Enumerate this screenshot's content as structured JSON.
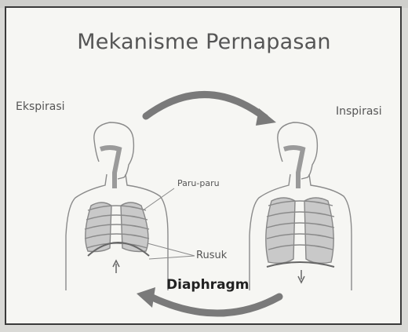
{
  "title": "Mekanisme Pernapasan",
  "labels": {
    "expiration": "Ekspirasi",
    "inspiration": "Inspirasi",
    "lungs": "Paru-paru",
    "ribs": "Rusuk",
    "diaphragm": "Diaphragm"
  },
  "colors": {
    "arrow": "#7a7a7a",
    "outline": "#8a8a8a",
    "airway": "#9a9a9a",
    "lung": "#c9c9c9"
  }
}
